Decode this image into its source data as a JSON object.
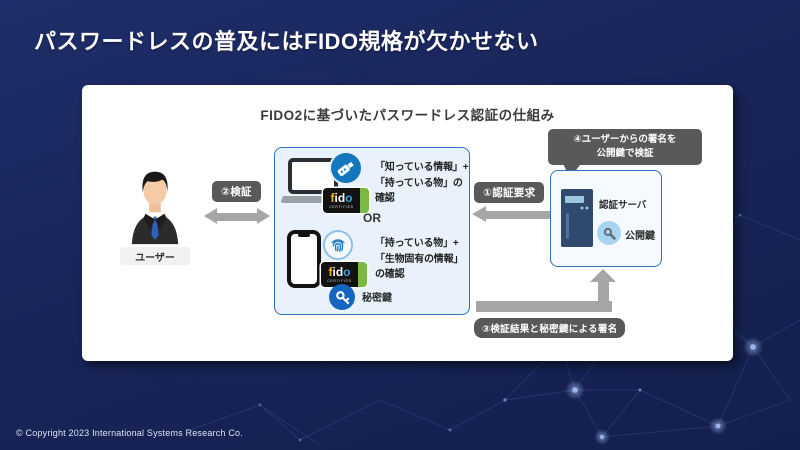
{
  "slide": {
    "title": "パスワードレスの普及にはFIDO規格が欠かせない",
    "copyright": "© Copyright 2023 International Systems Research Co."
  },
  "diagram": {
    "title": "FIDO2に基づいたパスワードレス認証の仕組み",
    "user": {
      "label": "ユーザー"
    },
    "steps": {
      "step1": "①認証要求",
      "step2": "②検証",
      "step3": "③検証結果と秘密鍵による署名",
      "step4": "④ユーザーからの署名を\n公開鍵で検証"
    },
    "auth_box": {
      "option1": "「知っている情報」+\n「持っている物」の確認",
      "or": "OR",
      "option2": "「持っている物」+\n「生物固有の情報」の確認",
      "private_key_label": "秘密鍵"
    },
    "server": {
      "label": "認証サーバ",
      "public_key_label": "公開鍵"
    },
    "fido_logo": {
      "letters": [
        "f",
        "i",
        "d",
        "o"
      ],
      "sub": "CERTIFIED"
    },
    "colors": {
      "slide_bg": "#17235a",
      "badge_bg": "#58595b",
      "box_border": "#2f72c4",
      "auth_box_bg": "#e9f2fc",
      "arrow_gray": "#a6a6a6",
      "fido_yellow": "#f5b91e",
      "fido_blue": "#35a8e0",
      "fido_green": "#7ab943",
      "key_blue": "#1565c0",
      "public_key_circle": "#a9d4ef"
    }
  }
}
